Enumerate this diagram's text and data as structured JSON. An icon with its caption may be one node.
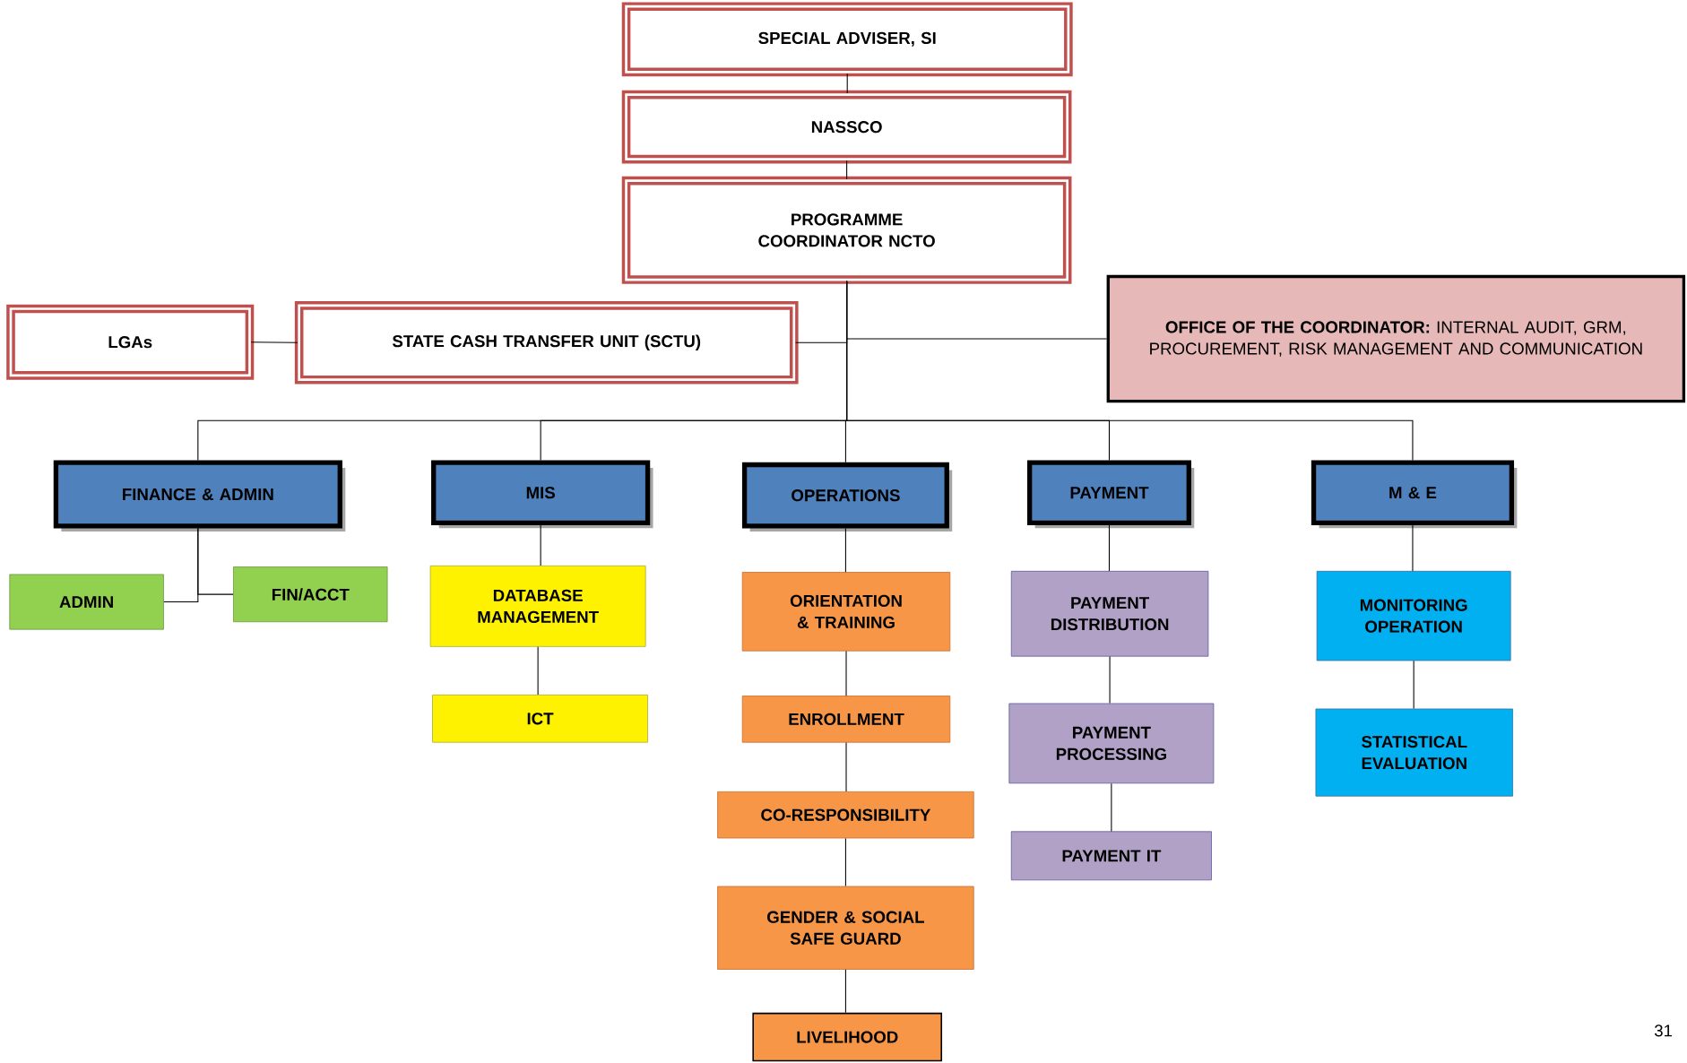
{
  "diagram": {
    "nodes": [
      {
        "text": [
          "SPECIAL ADVISER, SI"
        ]
      },
      {
        "text": [
          "NASSCO"
        ]
      },
      {
        "text": [
          "PROGRAMME COORDINATOR NCTO"
        ]
      },
      {
        "text": [
          "LGAs"
        ]
      },
      {
        "text": [
          "STATE CASH TRANSFER UNIT (SCTU)"
        ]
      },
      {
        "text": [
          "**OFFICE OF THE COORDINATOR:** INTERNAL AUDIT, GRM, PROCUREMENT, RISK MANAGEMENT AND COMMUNICATION"
        ]
      },
      {
        "text": [
          "FINANCE & ADMIN"
        ]
      },
      {
        "text": [
          "MIS"
        ]
      },
      {
        "text": [
          "OPERATIONS"
        ]
      },
      {
        "text": [
          "PAYMENT"
        ]
      },
      {
        "text": [
          "M & E"
        ]
      },
      {
        "text": [
          "ADMIN"
        ]
      },
      {
        "text": [
          "FIN/ACCT"
        ]
      },
      {
        "text": [
          "DATABASE MANAGEMENT"
        ]
      },
      {
        "text": [
          "ICT"
        ]
      },
      {
        "text": [
          "ORIENTATION & TRAINING"
        ]
      },
      {
        "text": [
          "ENROLLMENT"
        ]
      },
      {
        "text": [
          "CO-RESPONSIBILITY"
        ]
      },
      {
        "text": [
          "GENDER & SOCIAL SAFE GUARD"
        ]
      },
      {
        "text": [
          "LIVELIHOOD"
        ]
      },
      {
        "text": [
          "PAYMENT DISTRIBUTION"
        ]
      },
      {
        "text": [
          "PAYMENT PROCESSING"
        ]
      },
      {
        "text": [
          "PAYMENT IT"
        ]
      },
      {
        "text": [
          "MONITORING OPERATION"
        ]
      },
      {
        "text": [
          "STATISTICAL EVALUATION"
        ]
      }
    ],
    "edges": [
      {
        "from": 0,
        "to": 1,
        "arrow": "none"
      },
      {
        "from": 1,
        "to": 2,
        "arrow": "none"
      },
      {
        "from": 3,
        "to": 4,
        "arrow": "none"
      },
      {
        "from": 2,
        "to": 4,
        "arrow": "none"
      },
      {
        "from": 2,
        "to": 5,
        "arrow": "none"
      },
      {
        "from": 2,
        "to": 6,
        "arrow": "none"
      },
      {
        "from": 2,
        "to": 7,
        "arrow": "none"
      },
      {
        "from": 2,
        "to": 8,
        "arrow": "none"
      },
      {
        "from": 2,
        "to": 9,
        "arrow": "none"
      },
      {
        "from": 2,
        "to": 10,
        "arrow": "none"
      },
      {
        "from": 6,
        "to": 11,
        "arrow": "none"
      },
      {
        "from": 6,
        "to": 12,
        "arrow": "none"
      },
      {
        "from": 7,
        "to": 13,
        "arrow": "none"
      },
      {
        "from": 13,
        "to": 14,
        "arrow": "none"
      },
      {
        "from": 8,
        "to": 15,
        "arrow": "none"
      },
      {
        "from": 15,
        "to": 16,
        "arrow": "none"
      },
      {
        "from": 16,
        "to": 17,
        "arrow": "none"
      },
      {
        "from": 17,
        "to": 18,
        "arrow": "none"
      },
      {
        "from": 18,
        "to": 19,
        "arrow": "none"
      },
      {
        "from": 9,
        "to": 20,
        "arrow": "none"
      },
      {
        "from": 20,
        "to": 21,
        "arrow": "none"
      },
      {
        "from": 21,
        "to": 22,
        "arrow": "none"
      },
      {
        "from": 10,
        "to": 23,
        "arrow": "none"
      },
      {
        "from": 23,
        "to": 24,
        "arrow": "none"
      }
    ],
    "labels": [
      "31"
    ]
  }
}
